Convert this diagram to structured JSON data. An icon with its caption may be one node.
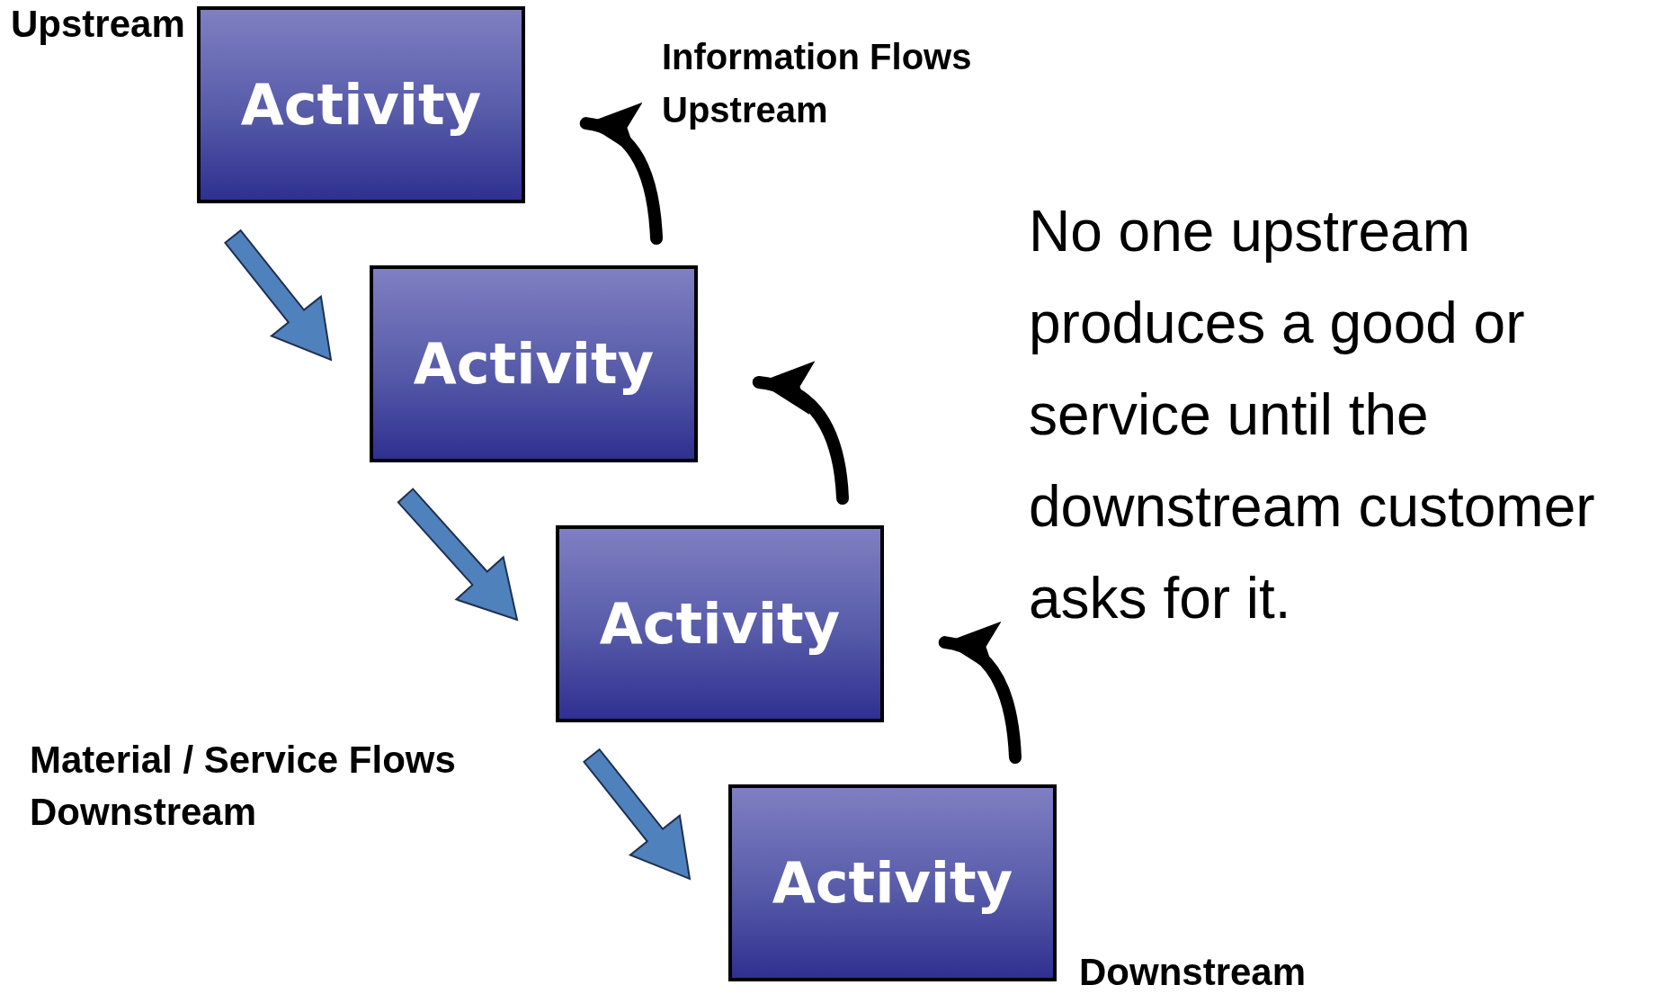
{
  "diagram": {
    "nodes": [
      {
        "text": [
          "Activity"
        ],
        "beside": [
          "Upstream"
        ]
      },
      {
        "text": [
          "Activity"
        ]
      },
      {
        "text": [
          "Activity"
        ]
      },
      {
        "text": [
          "Activity"
        ],
        "beside": [
          "Downstream"
        ]
      }
    ],
    "edges": [
      {
        "from": 0,
        "to": 1,
        "arrow": "to",
        "color": "#4f81bd"
      },
      {
        "from": 1,
        "to": 2,
        "arrow": "to",
        "color": "#4f81bd"
      },
      {
        "from": 2,
        "to": 3,
        "arrow": "to",
        "color": "#4f81bd"
      },
      {
        "from": 1,
        "to": 0,
        "arrow": "to"
      },
      {
        "from": 2,
        "to": 1,
        "arrow": "to"
      },
      {
        "from": 3,
        "to": 2,
        "arrow": "to"
      }
    ],
    "labels": [
      "Information Flows Upstream",
      "No one upstream produces a good or service until the downstream customer asks for it.",
      "Material / Service Flows Downstream"
    ]
  }
}
